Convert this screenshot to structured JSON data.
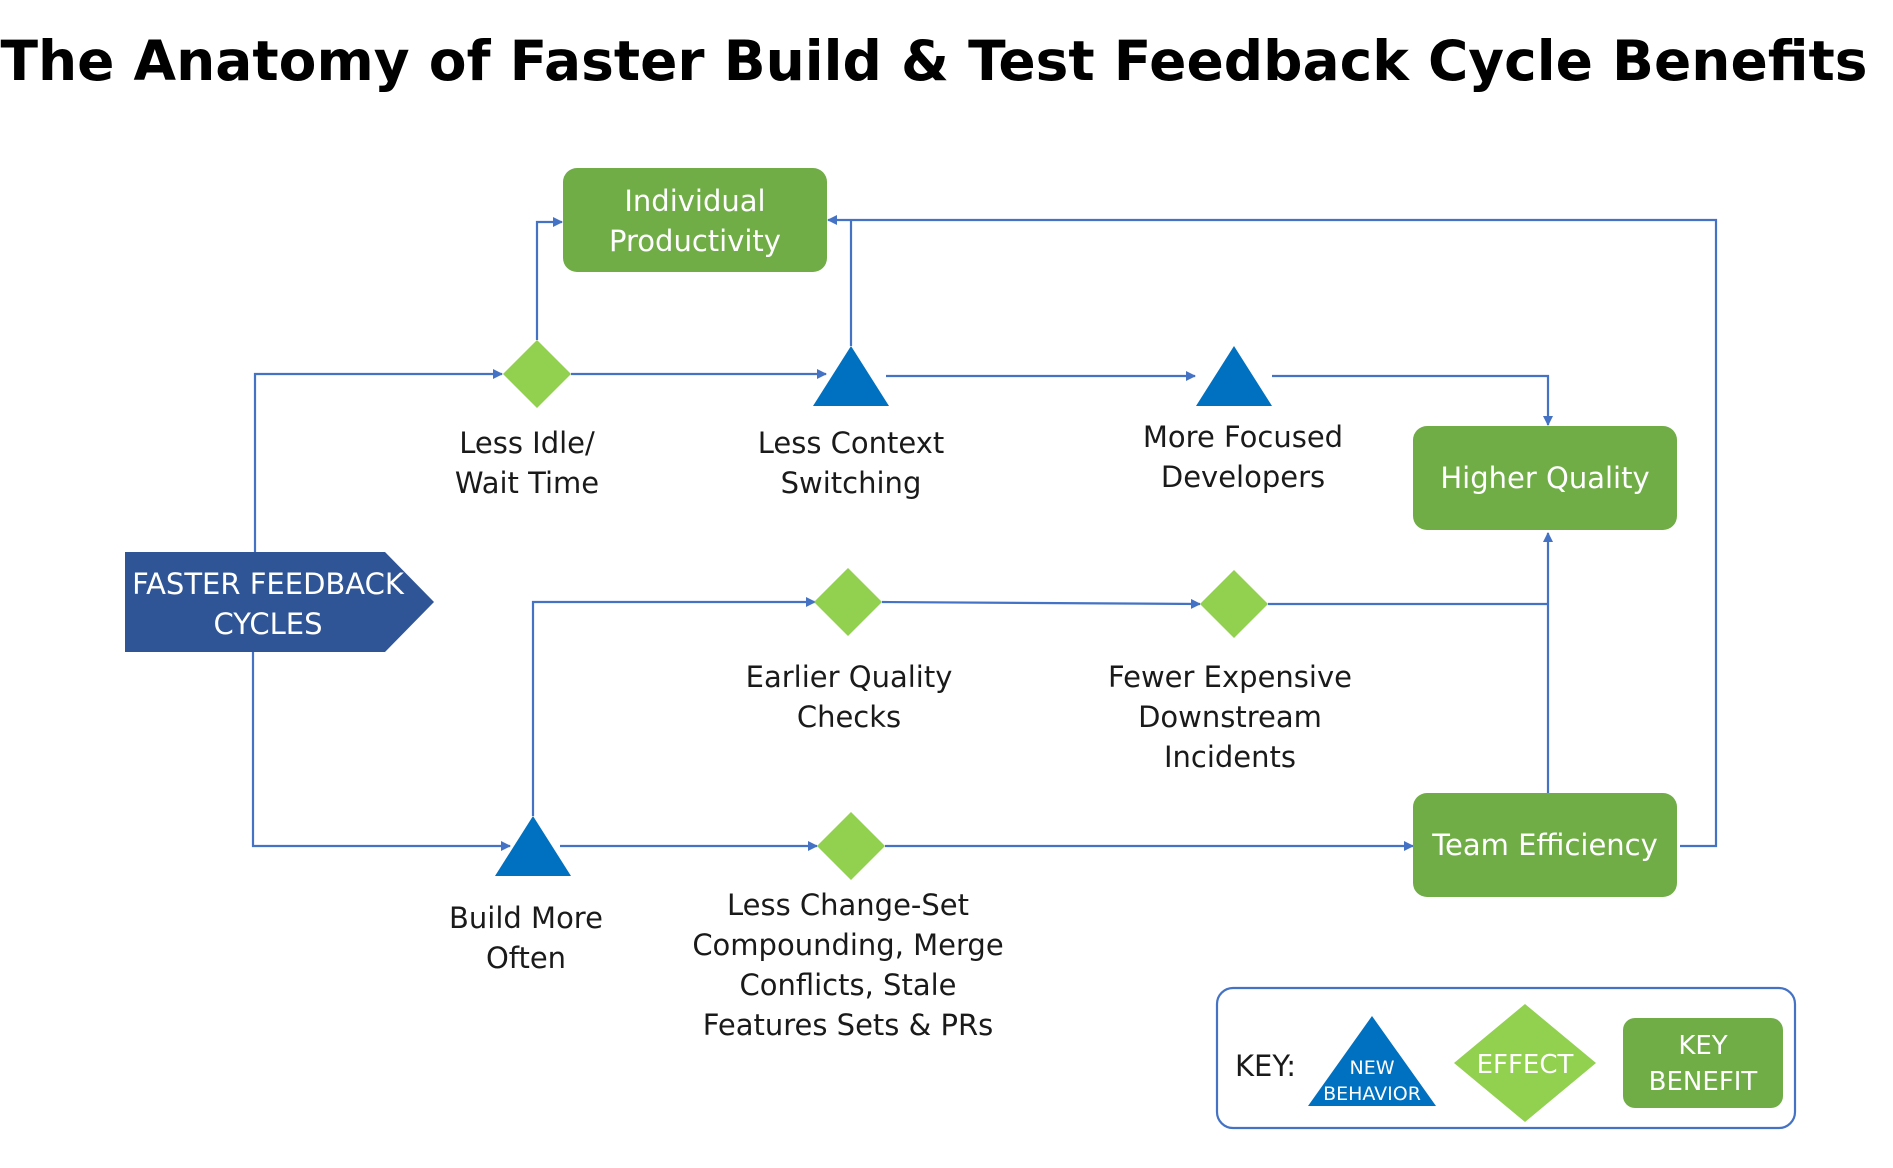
{
  "title": "The Anatomy of Faster Build & Test Feedback Cycle Benefits",
  "colors": {
    "connector": "#4472C4",
    "behavior": "#0070C0",
    "effect": "#92D050",
    "benefit": "#70AD47",
    "start": "#2F5597",
    "text": "#1a1a1a",
    "key_border": "#4472C4"
  },
  "start": {
    "line1": "FASTER FEEDBACK",
    "line2": "CYCLES"
  },
  "nodes": {
    "less_idle": {
      "line1": "Less Idle/",
      "line2": "Wait Time"
    },
    "less_context": {
      "line1": "Less Context",
      "line2": "Switching"
    },
    "more_focused": {
      "line1": "More Focused",
      "line2": "Developers"
    },
    "earlier_quality": {
      "line1": "Earlier Quality",
      "line2": "Checks"
    },
    "fewer_incidents": {
      "line1": "Fewer Expensive",
      "line2": "Downstream",
      "line3": "Incidents"
    },
    "build_more": {
      "line1": "Build More",
      "line2": "Often"
    },
    "less_changeset": {
      "line1": "Less Change-Set",
      "line2": "Compounding, Merge",
      "line3": "Conflicts, Stale",
      "line4": "Features Sets & PRs"
    }
  },
  "benefits": {
    "individual_productivity": {
      "line1": "Individual",
      "line2": "Productivity"
    },
    "higher_quality": {
      "line1": "Higher Quality"
    },
    "team_efficiency": {
      "line1": "Team Efficiency"
    }
  },
  "key": {
    "label": "KEY:",
    "new_behavior_line1": "NEW",
    "new_behavior_line2": "BEHAVIOR",
    "effect": "EFFECT",
    "benefit_line1": "KEY",
    "benefit_line2": "BENEFIT"
  }
}
